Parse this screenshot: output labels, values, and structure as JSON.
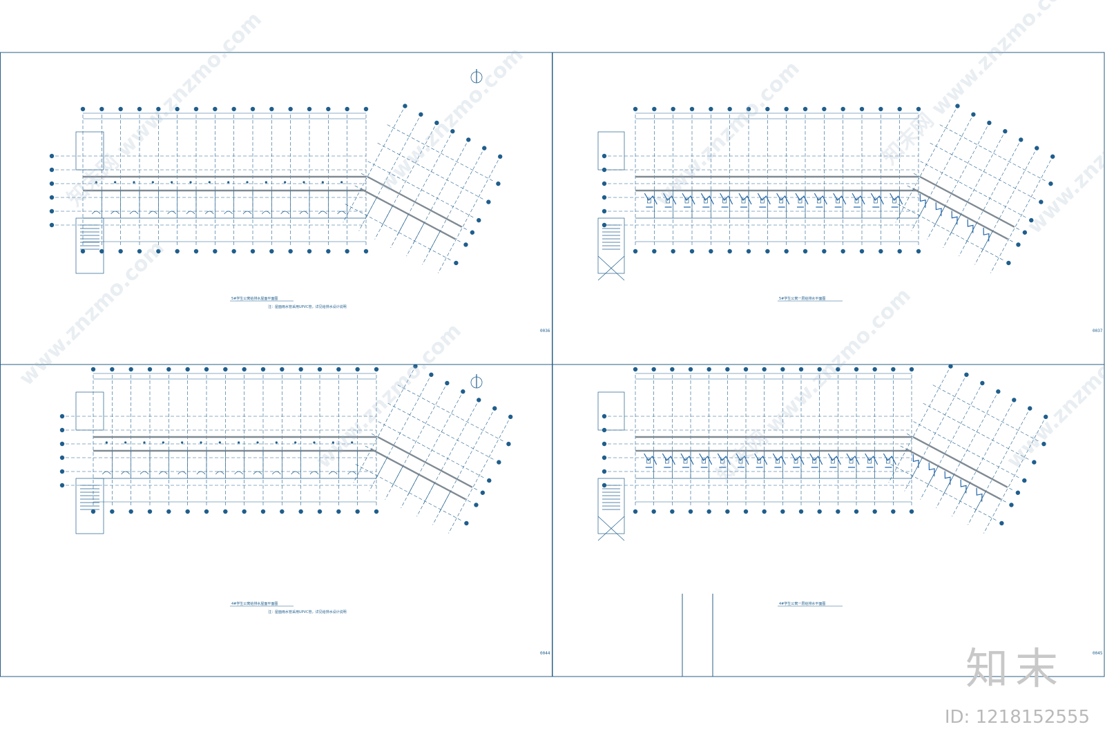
{
  "sheets": [
    {
      "id": "sheet-1",
      "title": "5#学生公寓给排水屋面平面图",
      "note": "注：屋面雨水管采用UPVC管，详见给排水设计说明",
      "number": "0036",
      "variant": "roof",
      "compass": true
    },
    {
      "id": "sheet-2",
      "title": "5#学生公寓一层给排水平面图",
      "note": "",
      "number": "0037",
      "variant": "floor",
      "compass": false
    },
    {
      "id": "sheet-3",
      "title": "4#学生公寓给排水屋面平面图",
      "note": "注：屋面雨水管采用UPVC管，详见给排水设计说明",
      "number": "0044",
      "variant": "roof",
      "compass": true
    },
    {
      "id": "sheet-4",
      "title": "4#学生公寓一层给排水平面图",
      "note": "",
      "number": "0045",
      "variant": "floor",
      "compass": false
    }
  ],
  "watermark": {
    "text": "www.znzmo.com",
    "cn_text": "知末网"
  },
  "brand": {
    "logo_text": "知末",
    "id_text": "ID: 1218152555"
  },
  "colors": {
    "line": "#1f5e8c",
    "wall": "#7f8a93",
    "pipe": "#2266aa",
    "frame": "#2a5f86"
  }
}
